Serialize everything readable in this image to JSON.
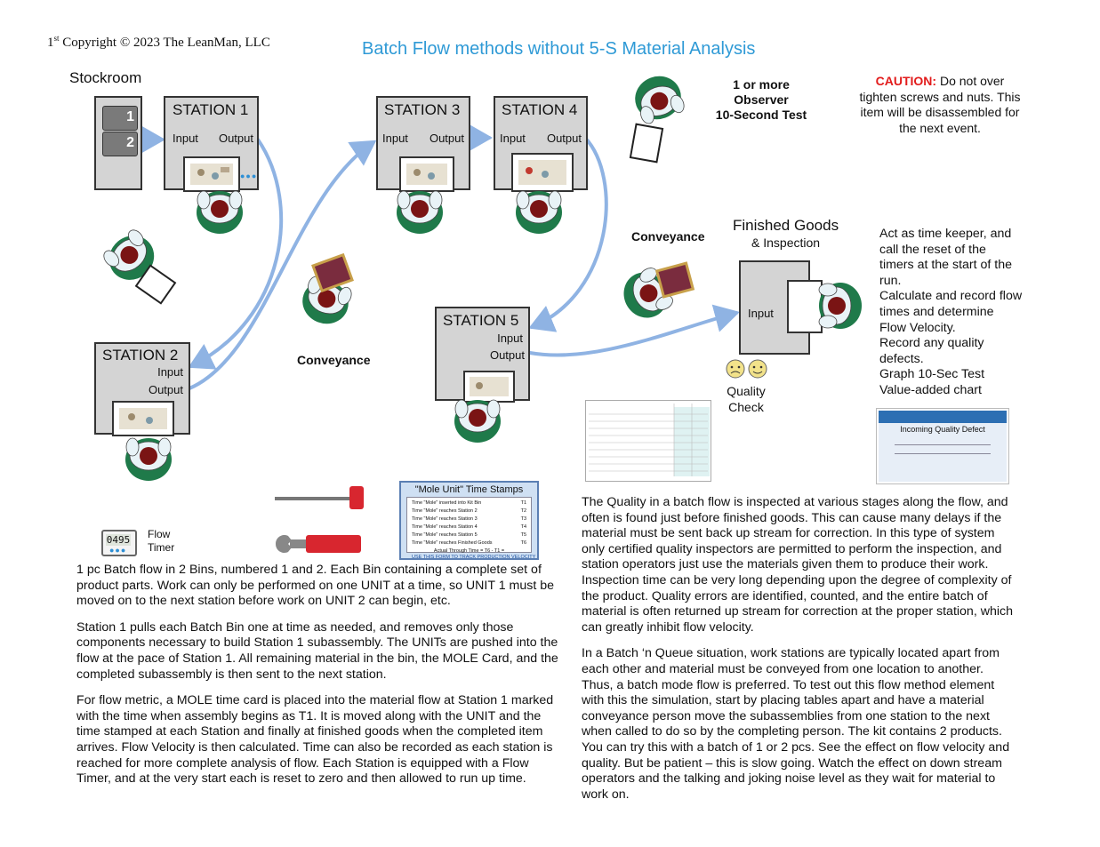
{
  "header": {
    "copyright_ordinal": "1",
    "copyright_sup": "st",
    "copyright_text": " Copyright © 2023 The LeanMan, LLC",
    "title": "Batch Flow methods without 5-S Material Analysis"
  },
  "stockroom": {
    "label": "Stockroom",
    "bins": [
      "1",
      "2"
    ]
  },
  "stations": {
    "s1": {
      "name": "STATION 1",
      "input": "Input",
      "output": "Output"
    },
    "s2": {
      "name": "STATION 2",
      "input": "Input",
      "output": "Output"
    },
    "s3": {
      "name": "STATION 3",
      "input": "Input",
      "output": "Output"
    },
    "s4": {
      "name": "STATION 4",
      "input": "Input",
      "output": "Output"
    },
    "s5": {
      "name": "STATION 5",
      "input": "Input",
      "output": "Output"
    }
  },
  "observer": {
    "line1": "1 or more",
    "line2": "Observer",
    "line3": "10-Second Test"
  },
  "caution": {
    "label": "CAUTION:",
    "text1": " Do not over",
    "text2": "tighten screws and nuts.  This",
    "text3": "item will be disassembled for",
    "text4": "the next event."
  },
  "conveyance": {
    "left": "Conveyance",
    "right": "Conveyance"
  },
  "finished_goods": {
    "title": "Finished Goods",
    "subtitle": "& Inspection",
    "input": "Input"
  },
  "timekeeper": {
    "lines": [
      "Act as time keeper, and",
      "call the reset of the",
      "timers at the start of the",
      "run.",
      "Calculate and record flow",
      "times and determine",
      "Flow Velocity.",
      "Record any quality",
      "defects.",
      "Graph 10-Sec Test",
      "Value-added chart"
    ]
  },
  "quality_check": {
    "line1": "Quality",
    "line2": "Check"
  },
  "flow_timer": {
    "line1": "Flow",
    "line2": "Timer",
    "display": "0495"
  },
  "mole_card": {
    "title": "\"Mole Unit\" Time Stamps",
    "rows": [
      {
        "text": "Time \"Mole\" inserted into Kit Bin",
        "code": "T1"
      },
      {
        "text": "Time \"Mole\" reaches  Station 2",
        "code": "T2"
      },
      {
        "text": "Time \"Mole\" reaches  Station 3",
        "code": "T3"
      },
      {
        "text": "Time \"Mole\" reaches  Station 4",
        "code": "T4"
      },
      {
        "text": "Time \"Mole\" reaches  Station 5",
        "code": "T5"
      },
      {
        "text": "Time \"Mole\" reaches  Finished  Goods",
        "code": "T6"
      }
    ],
    "footer1": "Actual Through Time = T6 - T1 =",
    "footer2": "USE THIS FORM TO TRACK PRODUCTION VELOCITY"
  },
  "incoming_quality": {
    "title": "Incoming Quality Defect"
  },
  "left_paragraphs": [
    "1 pc Batch flow in 2 Bins, numbered 1 and 2. Each Bin containing a complete set of product parts. Work can only be performed on one UNIT at a time, so UNIT 1 must be moved on to the next station before work on UNIT 2 can begin, etc.",
    "Station 1 pulls each Batch Bin one at time as needed, and removes only those components necessary to build Station 1 subassembly. The UNITs are pushed into the flow at the pace of Station 1. All remaining material in the bin, the MOLE Card, and the completed subassembly is then sent to the next station.",
    "For flow metric, a MOLE time card is placed into the material flow at Station 1 marked with the time when assembly begins as T1. It is moved along with the UNIT and the time stamped at each Station and finally at finished goods when the completed item arrives.  Flow Velocity is then calculated. Time can also be recorded as each station is reached for more complete analysis of flow. Each Station is equipped with a Flow Timer, and at the very start each is reset to zero and then allowed to run up time."
  ],
  "right_paragraphs": [
    "The Quality in a batch flow is inspected at various stages along the flow, and often is found just before finished goods. This can cause many delays if the material must be sent back up stream for correction. In this type of system only certified quality inspectors are permitted to perform the inspection, and station operators just use the materials given them to produce their work. Inspection time can be very long depending upon the degree of complexity of the product.  Quality errors are identified, counted, and the entire batch of material is often returned up stream for correction at the proper station, which can greatly inhibit flow velocity.",
    "In a Batch ‘n Queue situation, work stations are typically located apart from each other and material must be conveyed from one location to another. Thus, a batch mode flow is preferred. To test out this flow method element with this the simulation, start by placing tables apart and have a material conveyance person move the subassemblies from one station to the next when called to do so by the completing person. The kit contains 2 products. You can try this with a batch of 1 or 2 pcs. See the effect on flow velocity and quality. But be patient – this is slow going. Watch the effect on down stream operators and the talking and joking noise level as they wait for material to work on."
  ],
  "colors": {
    "arrow": "#8fb3e3",
    "title": "#2f9ad6",
    "caution": "#e21c1c",
    "operator_chair": "#1f7a4a",
    "station_fill": "#d4d4d4"
  }
}
